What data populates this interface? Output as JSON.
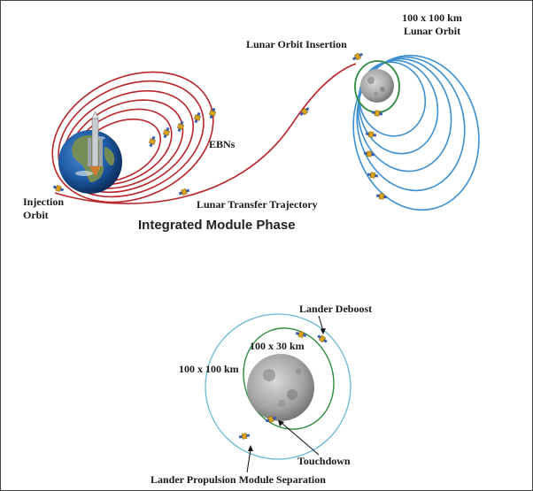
{
  "labels": {
    "lunar_orbit": [
      "100 x 100 km",
      "Lunar Orbit"
    ],
    "lunar_orbit_insertion": "Lunar Orbit Insertion",
    "ebns": "EBNs",
    "injection_orbit": [
      "Injection",
      "Orbit"
    ],
    "lunar_transfer_trajectory": "Lunar Transfer Trajectory",
    "phase_title": "Integrated Module Phase",
    "lander_deboost": "Lander Deboost",
    "orbit_100x30": "100 x 30 km",
    "orbit_100x100": "100 x 100 km",
    "touchdown": "Touchdown",
    "propulsion_separation": "Lander Propulsion Module Separation"
  },
  "colors": {
    "earth_orbits": "#b8262b",
    "moon_orbits": "#3c8fd1",
    "moon_capture_orbit": "#2e8b3e",
    "descent_orbit": "#2e8b3e",
    "circular_orbit": "#69b8d6",
    "earth_ocean": "#1d5aa3",
    "earth_land": "#7b8f4b",
    "moon_surface": "#9a9a9a"
  }
}
